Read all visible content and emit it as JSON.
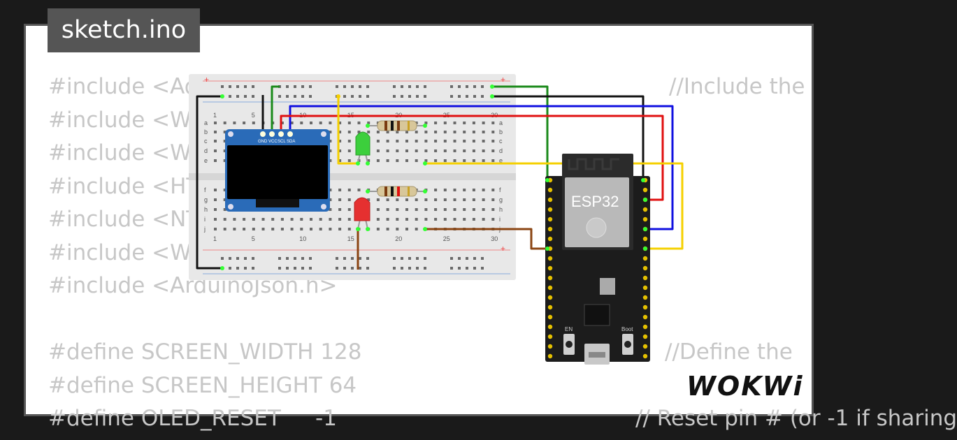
{
  "tab": {
    "title": "sketch.ino"
  },
  "code": {
    "lines": [
      "#include <Adafruit_GFX.h>",
      "#include <WiFi.h>",
      "#include <Wire.h>",
      "#include <HTTPClient.h>",
      "#include <NTPClient.h>",
      "#include <WiFiUdp.h>",
      "#include <ArduinoJson.h>",
      "",
      "#define SCREEN_WIDTH 128",
      "#define SCREEN_HEIGHT 64",
      "#define OLED_RESET     -1"
    ],
    "comments": [
      "//Include the",
      "//Define the",
      "// Reset pin # (or -1 if sharing"
    ]
  },
  "breadboard": {
    "col_numbers": [
      "1",
      "5",
      "10",
      "15",
      "20",
      "25",
      "30"
    ],
    "row_letters_top": [
      "a",
      "b",
      "c",
      "d",
      "e"
    ],
    "row_letters_bottom": [
      "f",
      "g",
      "h",
      "i",
      "j"
    ]
  },
  "oled": {
    "pins": [
      "GND",
      "VCC",
      "SCL",
      "SDA"
    ]
  },
  "esp32": {
    "label": "ESP32",
    "boot_label": "Boot",
    "en_label": "EN"
  },
  "brand": {
    "name": "WOKWI"
  },
  "colors": {
    "green_wire": "#1a8a1a",
    "black_wire": "#111111",
    "blue_wire": "#1010e0",
    "red_wire": "#e01010",
    "yellow_wire": "#f5d000",
    "brown_wire": "#8b4513"
  }
}
